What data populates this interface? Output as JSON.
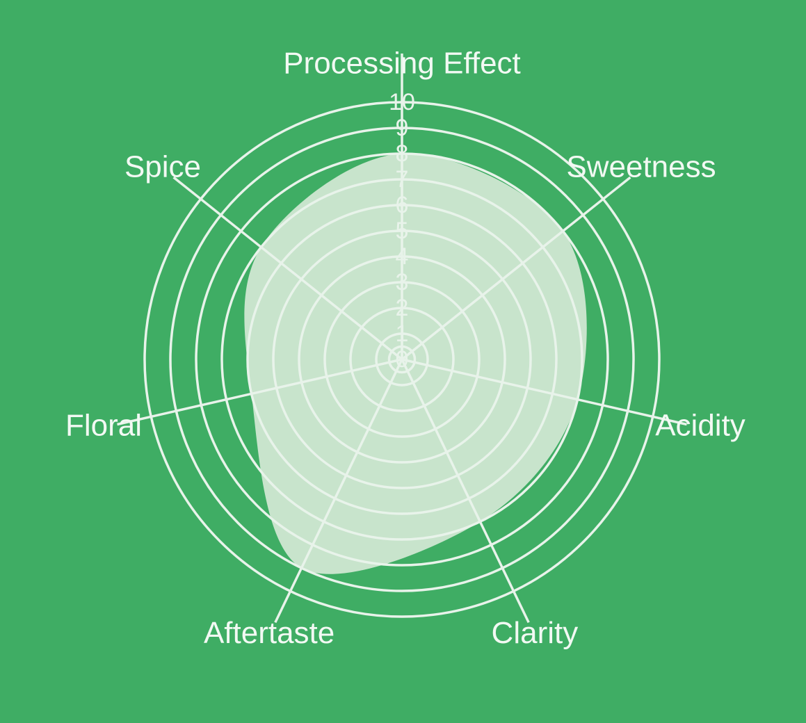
{
  "chart_data": {
    "type": "radar",
    "axes": [
      "Processing Effect",
      "Sweetness",
      "Acidity",
      "Clarity",
      "Aftertaste",
      "Floral",
      "Spice"
    ],
    "series": [
      {
        "values": [
          8,
          8,
          7,
          7,
          9,
          6,
          7
        ]
      }
    ],
    "rlim": [
      0,
      10
    ],
    "ticks": [
      "0",
      "1",
      "2",
      "3",
      "4",
      "5",
      "6",
      "7",
      "8",
      "9",
      "10"
    ],
    "grid": true,
    "legend": "none",
    "curve": "smooth-closed"
  },
  "colors": {
    "background": "#3fad64",
    "grid": "#e8f3ea",
    "fill": "#c8e4cc",
    "text": "#f2f9f3"
  }
}
